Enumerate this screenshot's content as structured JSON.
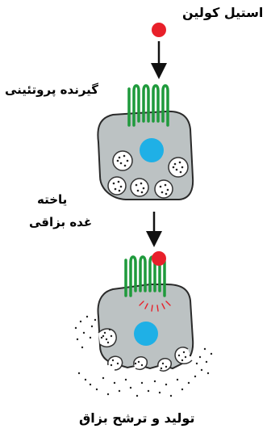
{
  "labels": {
    "acetylcholine": "استیل کولین",
    "protein_receptor": "گیرنده پروتئینی",
    "gland_cell_line1": "یاخته",
    "gland_cell_line2": "غده بزاقی",
    "production_secretion": "تولید و ترشح بزاق"
  },
  "colors": {
    "ligand": "#e8202a",
    "receptor": "#1f9a3c",
    "cell_fill": "#bcc2c3",
    "nucleus": "#1fb0e6",
    "vesicle": "#ffffff",
    "signal": "#e8202a"
  },
  "icons": {
    "down_arrow": "down-arrow-icon"
  }
}
